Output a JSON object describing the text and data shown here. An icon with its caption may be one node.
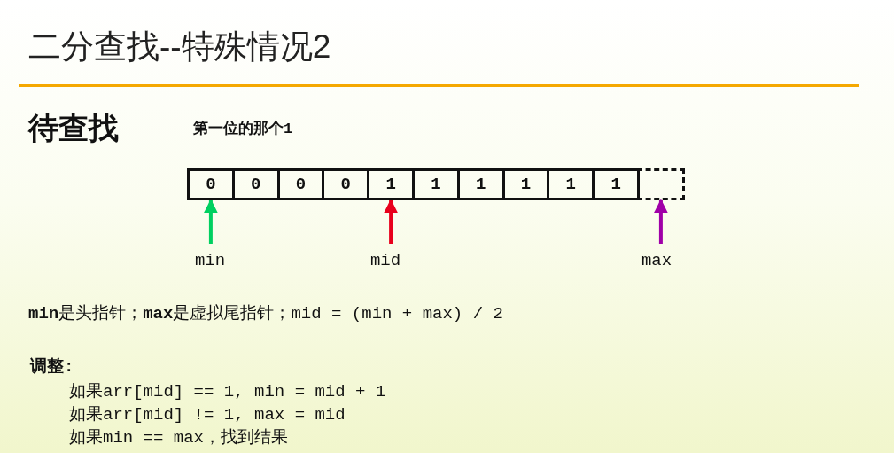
{
  "diagram": {
    "title": "二分查找--特殊情况2",
    "nodes": [
      {
        "text": [
          "0"
        ]
      },
      {
        "text": [
          "0"
        ]
      },
      {
        "text": [
          "0"
        ]
      },
      {
        "text": [
          "0"
        ]
      },
      {
        "text": [
          "1"
        ]
      },
      {
        "text": [
          "1"
        ]
      },
      {
        "text": [
          "1"
        ]
      },
      {
        "text": [
          "1"
        ]
      },
      {
        "text": [
          "1"
        ]
      },
      {
        "text": [
          "1"
        ]
      },
      {
        "text": [],
        "shape": "box"
      },
      {
        "text": [
          "min"
        ]
      },
      {
        "text": [
          "mid"
        ]
      },
      {
        "text": [
          "max"
        ]
      }
    ],
    "edges": [
      {
        "from": 11,
        "to": 0,
        "arrow": "to",
        "color": "#00d060"
      },
      {
        "from": 12,
        "to": 4,
        "arrow": "to",
        "color": "#e8001c"
      },
      {
        "from": 13,
        "to": 10,
        "arrow": "to",
        "color": "#a000a8"
      }
    ],
    "labels": [
      "待查找",
      "第一位的那个1",
      "**min**是头指针；**max**是虚拟尾指针；mid = (min + max) / 2",
      "调整:",
      "如果arr[mid] == 1, min = mid + 1",
      "如果arr[mid] != 1, max = mid",
      "如果min == max，找到结果"
    ]
  }
}
